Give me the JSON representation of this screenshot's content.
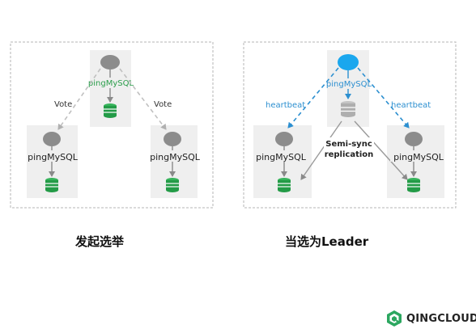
{
  "left_panel": {
    "caption": "发起选举",
    "top_node_label": "pingMySQL",
    "left_node_label": "pingMySQL",
    "right_node_label": "pingMySQL",
    "vote_left": "Vote",
    "vote_right": "Vote"
  },
  "right_panel": {
    "caption": "当选为Leader",
    "top_node_label": "pingMySQL",
    "left_node_label": "pingMySQL",
    "right_node_label": "pingMySQL",
    "heartbeat_left": "heartbeat",
    "heartbeat_right": "heartbeat",
    "replication_line1": "Semi-sync",
    "replication_line2": "replication"
  },
  "logo": {
    "text": "QINGCLOUD"
  },
  "colors": {
    "panel_border": "#b5b5b5",
    "tile": "#efefef",
    "node_gray": "#8c8c8c",
    "node_leader": "#1aa7ee",
    "db_green": "#239b47",
    "db_gray": "#aeaeae",
    "vote_arrow": "#c0c0c0",
    "heartbeat": "#2c8fd0",
    "replication_arrow": "#9a9a9a",
    "label_green": "#2a9d4a",
    "label_blue": "#2c8fd0"
  }
}
